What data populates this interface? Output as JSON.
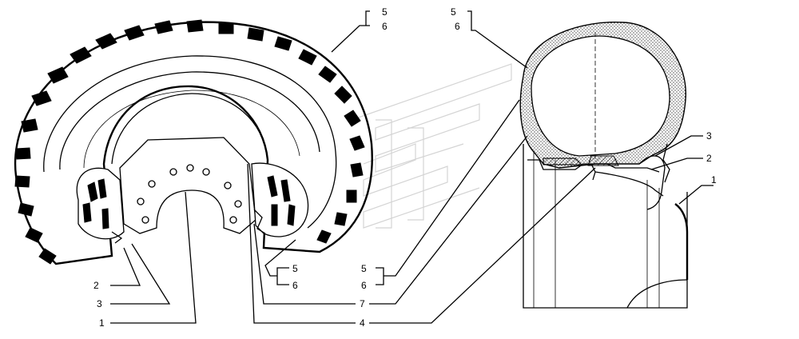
{
  "callouts": {
    "a_top_5": "5",
    "a_top_6": "6",
    "b_top_5": "5",
    "b_top_6": "6",
    "c_mid_5": "5",
    "c_mid_6": "6",
    "d_mid_5": "5",
    "d_mid_6": "6",
    "label_2_left": "2",
    "label_3_left": "3",
    "label_1_left": "1",
    "label_7": "7",
    "label_4": "4",
    "label_3_right": "3",
    "label_2_right": "2",
    "label_1_right": "1"
  }
}
